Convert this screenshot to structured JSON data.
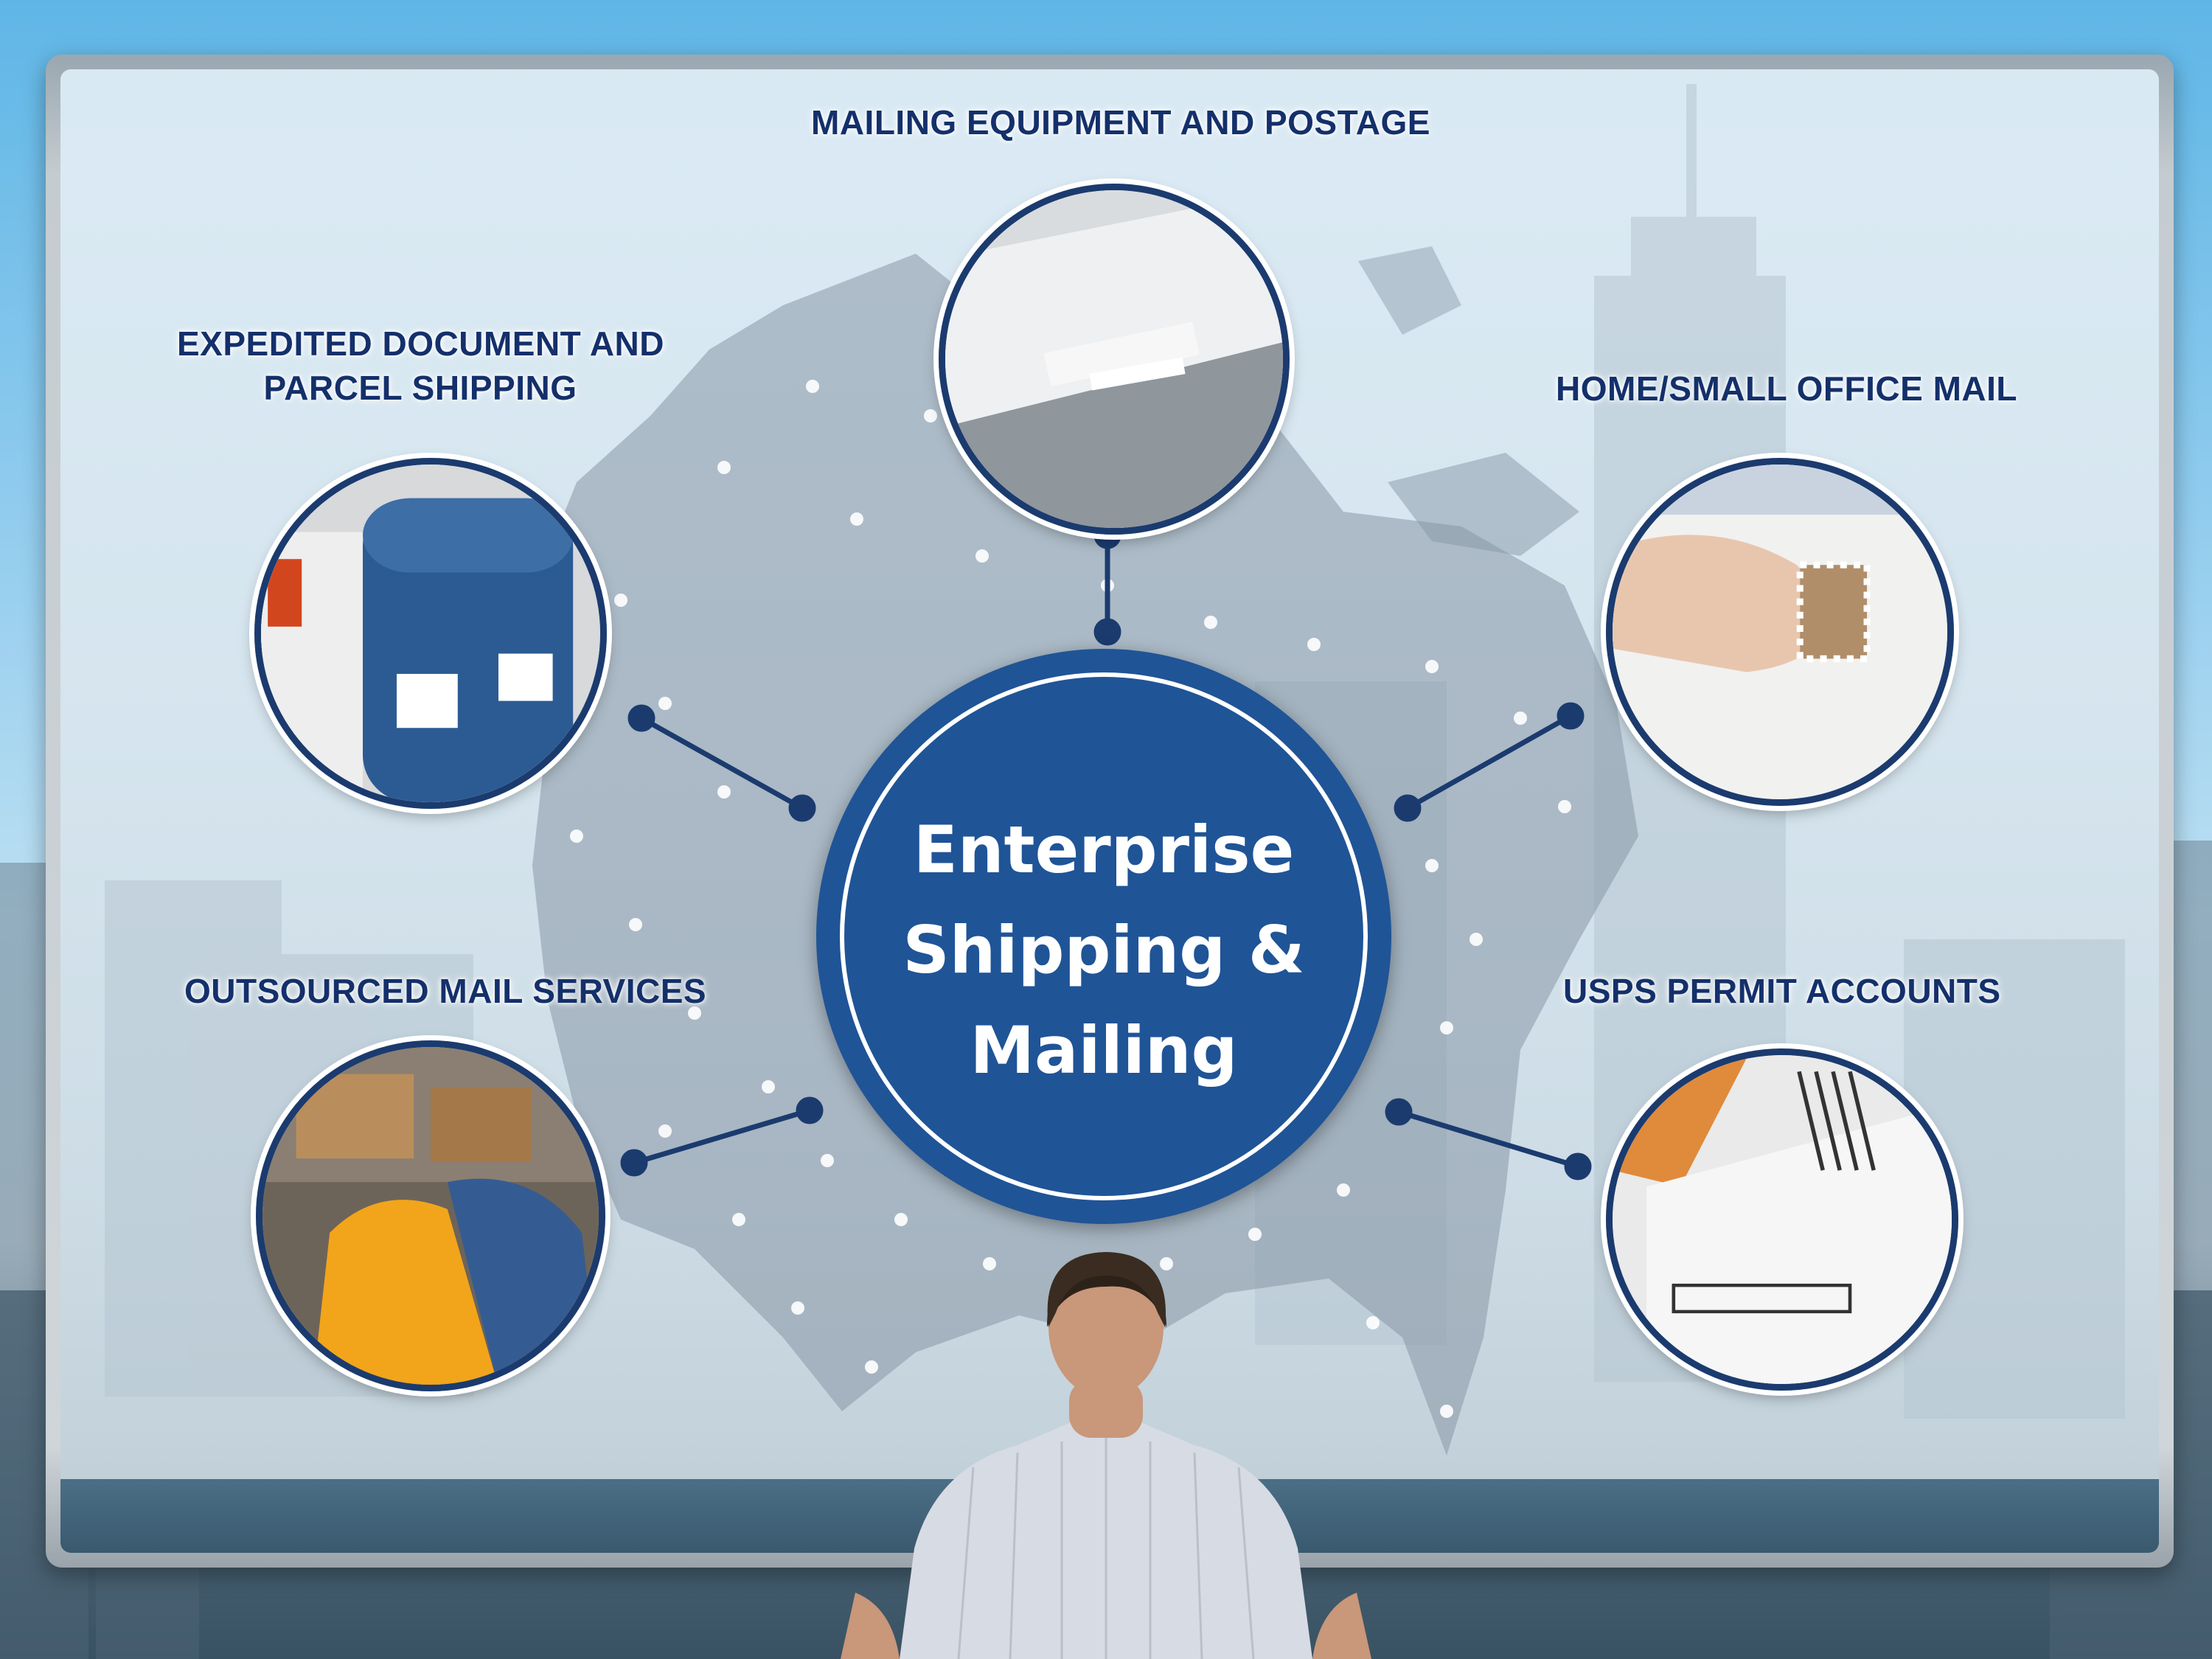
{
  "hub": {
    "lines": [
      "Enterprise",
      "Shipping &",
      "Mailing"
    ]
  },
  "services": {
    "top": {
      "label": "MAILING EQUIPMENT AND POSTAGE"
    },
    "upper_left": {
      "label_line1": "EXPEDITED DOCUMENT AND",
      "label_line2": "PARCEL SHIPPING"
    },
    "upper_right": {
      "label": "HOME/SMALL OFFICE MAIL"
    },
    "lower_left": {
      "label": "OUTSOURCED MAIL SERVICES"
    },
    "lower_right": {
      "label": "USPS PERMIT ACCOUNTS"
    }
  },
  "colors": {
    "navy": "#1b3b6f",
    "hub_blue": "#1f5497",
    "label_text": "#14306b"
  }
}
